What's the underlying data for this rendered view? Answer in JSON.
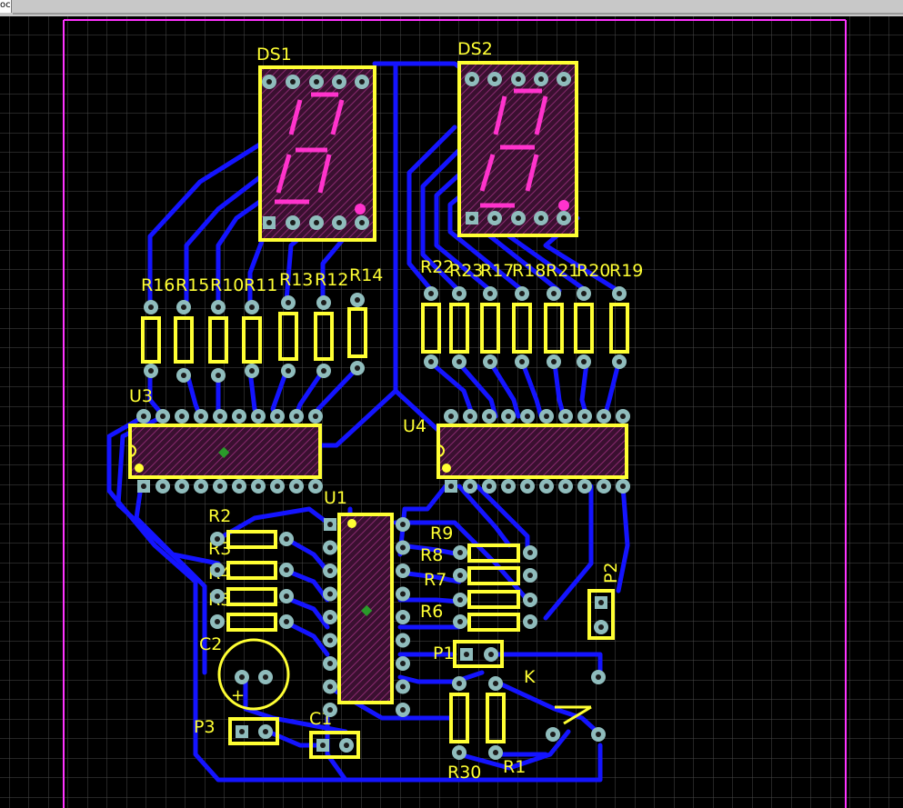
{
  "app": {
    "tab_label": "oc"
  },
  "colors": {
    "background": "#000000",
    "grid": "#4a4a4a",
    "board_outline": "#ff33ff",
    "trace": "#1414ff",
    "silkscreen": "#ffff33",
    "pad": "#8fbcbc",
    "pad_hole": "#1c1c1c",
    "marker": "#ff33cc"
  },
  "components": {
    "DS1": "DS1",
    "DS2": "DS2",
    "R16": "R16",
    "R15": "R15",
    "R10": "R10",
    "R11": "R11",
    "R13": "R13",
    "R12": "R12",
    "R14": "R14",
    "R22": "R22",
    "R23": "R23",
    "R17": "R17",
    "R18": "R18",
    "R21": "R21",
    "R20": "R20",
    "R19": "R19",
    "U3": "U3",
    "U4": "U4",
    "U1": "U1",
    "R2": "R2",
    "R3": "R3",
    "R4": "R4",
    "R5": "R5",
    "R9": "R9",
    "R8": "R8",
    "R7": "R7",
    "R6": "R6",
    "P1": "P1",
    "P2": "P2",
    "P3": "P3",
    "C1": "C1",
    "C2": "C2",
    "K": "K",
    "R1": "R1",
    "R30": "R30"
  }
}
